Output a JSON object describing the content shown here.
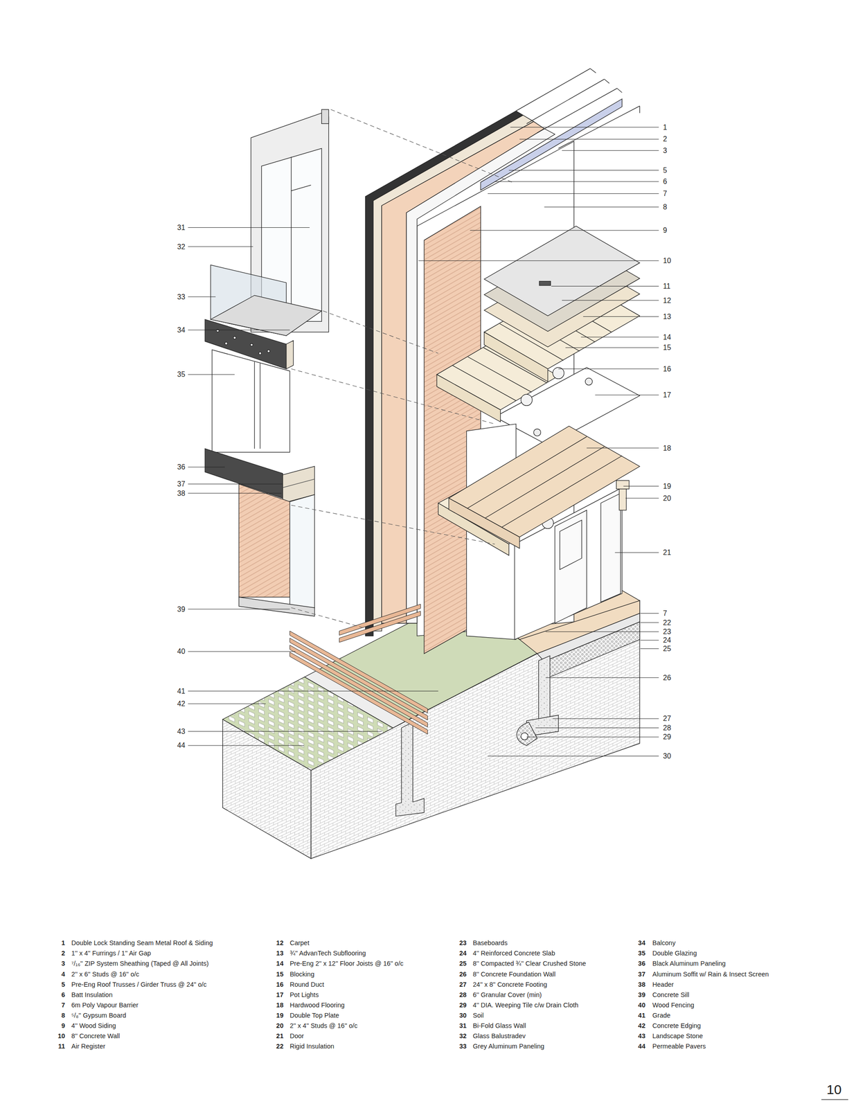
{
  "diagram": {
    "labels": [
      "1",
      "2",
      "3",
      "5",
      "6",
      "7",
      "8",
      "9",
      "10",
      "11",
      "12",
      "13",
      "14",
      "15",
      "16",
      "17",
      "18",
      "19",
      "20",
      "21",
      "7",
      "22",
      "23",
      "24",
      "25",
      "26",
      "27",
      "28",
      "29",
      "30",
      "31",
      "32",
      "33",
      "34",
      "35",
      "36",
      "37",
      "38",
      "39",
      "40",
      "41",
      "42",
      "43",
      "44",
      "1",
      "Double Lock Standing Seam Metal Roof & Siding",
      "2",
      "1'' x 4'' Furrings / 1'' Air Gap",
      "3",
      "⁷/₁₆'' ZIP System Sheathing (Taped @ All Joints)",
      "4",
      "2'' x 6'' Studs @ 16'' o/c",
      "5",
      "Pre-Eng Roof Trusses / Girder Truss @ 24'' o/c",
      "6",
      "Batt Insulation",
      "7",
      "6m Poly Vapour Barrier",
      "8",
      "⁵/₈'' Gypsum Board",
      "9",
      "4'' Wood Siding",
      "10",
      "8'' Concrete Wall",
      "11",
      "Air Register",
      "12",
      "Carpet",
      "13",
      "¾'' AdvanTech Subflooring",
      "14",
      "Pre-Eng 2'' x 12'' Floor Joists @ 16'' o/c",
      "15",
      "Blocking",
      "16",
      "Round Duct",
      "17",
      "Pot Lights",
      "18",
      "Hardwood Flooring",
      "19",
      "Double Top Plate",
      "20",
      "2'' x 4'' Studs @ 16'' o/c",
      "21",
      "Door",
      "22",
      "Rigid Insulation",
      "23",
      "Baseboards",
      "24",
      "4'' Reinforced Concrete Slab",
      "25",
      "8'' Compacted ¾'' Clear Crushed Stone",
      "26",
      "8'' Concrete Foundation Wall",
      "27",
      "24'' x 8'' Concrete Footing",
      "28",
      "6'' Granular Cover (min)",
      "29",
      "4'' DIA. Weeping Tile c/w Drain Cloth",
      "30",
      "Soil",
      "31",
      "Bi-Fold Glass Wall",
      "32",
      "Glass Balustradev",
      "33",
      "Grey Aluminum Paneling",
      "34",
      "Balcony",
      "35",
      "Double Glazing",
      "36",
      "Black Aluminum Paneling",
      "37",
      "Aluminum Soffit w/ Rain & Insect Screen",
      "38",
      "Header",
      "39",
      "Concrete Sill",
      "40",
      "Wood Fencing",
      "41",
      "Grade",
      "42",
      "Concrete Edging",
      "43",
      "Landscape Stone",
      "44",
      "Permeable Pavers",
      "10"
    ]
  }
}
